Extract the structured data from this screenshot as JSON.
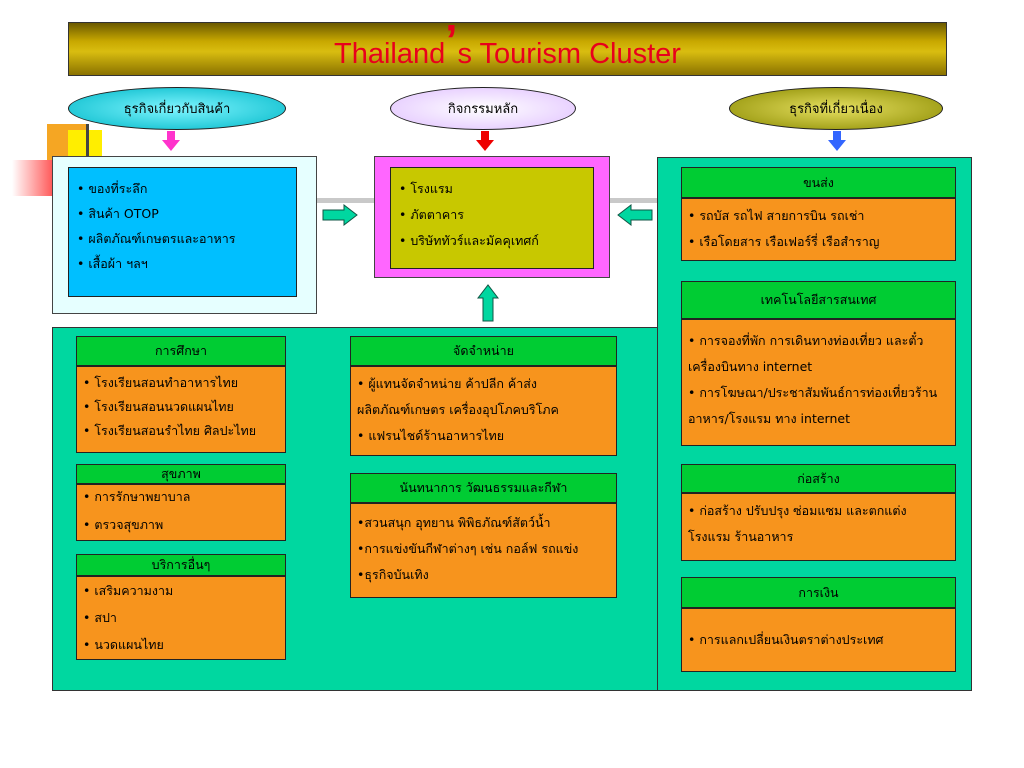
{
  "title": {
    "main": "Thailand",
    "apostrophe": "’",
    "rest": "s Tourism Cluster"
  },
  "ovals": {
    "left": "ธุรกิจเกี่ยวกับสินค้า",
    "center": "กิจกรรมหลัก",
    "right": "ธุรกิจที่เกี่ยวเนื่อง"
  },
  "products": {
    "items": [
      "• ของที่ระลึก",
      "• สินค้า OTOP",
      "• ผลิตภัณฑ์เกษตรและอาหาร",
      "• เสื้อผ้า ฯลฯ"
    ]
  },
  "core": {
    "items": [
      "• โรงแรม",
      "• ภัตตาคาร",
      "• บริษัททัวร์และมัคคุเทศก์"
    ]
  },
  "education": {
    "title": "การศึกษา",
    "items": [
      "• โรงเรียนสอนทำอาหารไทย",
      "• โรงเรียนสอนนวดแผนไทย",
      "• โรงเรียนสอนรำไทย ศิลปะไทย"
    ]
  },
  "health": {
    "title": "สุขภาพ",
    "items": [
      "• การรักษาพยาบาล",
      "• ตรวจสุขภาพ"
    ]
  },
  "other_services": {
    "title": "บริการอื่นๆ",
    "items": [
      "• เสริมความงาม",
      "• สปา",
      "• นวดแผนไทย"
    ]
  },
  "distribution": {
    "title": "จัดจำหน่าย",
    "items": [
      "• ผู้แทนจัดจำหน่าย ค้าปลีก ค้าส่ง",
      "ผลิตภัณฑ์เกษตร เครื่องอุปโภคบริโภค",
      "• แฟรนไชด์ร้านอาหารไทย"
    ]
  },
  "entertainment": {
    "title": "นันทนาการ วัฒนธรรมและกีฬา",
    "items": [
      "•สวนสนุก อุทยาน  พิพิธภัณฑ์สัตว์น้ำ",
      "•การแข่งขันกีฬาต่างๆ เช่น กอล์ฟ รถแข่ง",
      "•ธุรกิจบันเทิง"
    ]
  },
  "transport": {
    "title": "ขนส่ง",
    "items": [
      "• รถบัส รถไฟ สายการบิน รถเช่า",
      "• เรือโดยสาร เรือเฟอร์รี่ เรือสำราญ"
    ]
  },
  "it": {
    "title": "เทคโนโลยีสารสนเทศ",
    "items": [
      "• การจองที่พัก การเดินทางท่องเที่ยว และตั๋วเครื่องบินทาง  internet",
      "• การโฆษณา/ประชาสัมพันธ์การท่องเที่ยวร้านอาหาร/โรงแรม ทาง internet"
    ]
  },
  "construction": {
    "title": "ก่อสร้าง",
    "items": [
      "• ก่อสร้าง ปรับปรุง ซ่อมแซม และตกแต่งโรงแรม ร้านอาหาร"
    ]
  },
  "finance": {
    "title": "การเงิน",
    "items": [
      "• การแลกเปลี่ยนเงินตราต่างประเทศ"
    ]
  },
  "colors": {
    "title_text": "#e8001c",
    "panel_teal": "#00d7a0",
    "box_orange": "#f7941d",
    "box_green": "#00cc33",
    "product_blue": "#00bfff",
    "core_olive": "#c8c800",
    "core_magenta": "#ff66ff"
  }
}
